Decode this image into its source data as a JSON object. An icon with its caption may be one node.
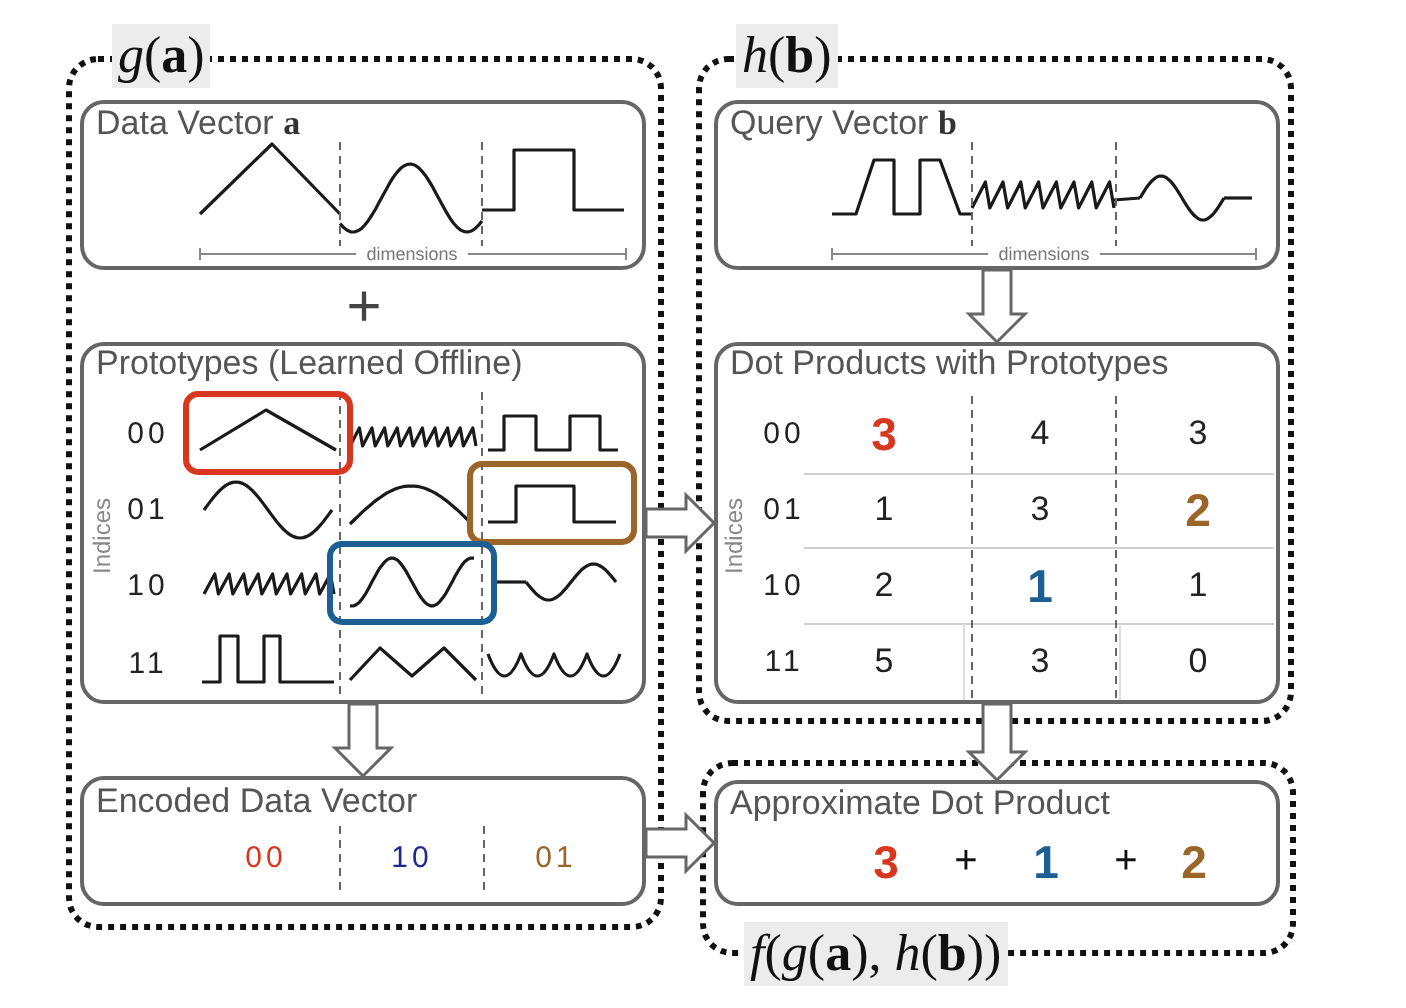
{
  "diagram": {
    "nodes": [
      {
        "text": [
          "*g*(**a**)"
        ]
      },
      {
        "text": [
          "Data Vector **a**",
          "dimensions"
        ],
        "in": 0
      },
      {
        "text": [
          "Prototypes (Learned Offline)",
          "Indices",
          "00",
          "01",
          "10",
          "11"
        ],
        "in": 0
      },
      {
        "text": [
          "Encoded Data Vector",
          "00",
          "10",
          "01"
        ],
        "in": 0
      },
      {
        "text": [
          "*h*(**b**)"
        ]
      },
      {
        "text": [
          "Query Vector **b**",
          "dimensions"
        ],
        "in": 4
      },
      {
        "text": [
          "Dot Products with Prototypes",
          "Indices",
          "00",
          "3",
          "4",
          "3",
          "01",
          "1",
          "3",
          "2",
          "10",
          "2",
          "1",
          "1",
          "11",
          "5",
          "3",
          "0"
        ],
        "in": 4
      },
      {
        "text": [
          "*f*(*g*(**a**), *h*(**b**))"
        ]
      },
      {
        "text": [
          "Approximate Dot Product",
          "3",
          "+",
          "1",
          "+",
          "2"
        ],
        "in": 7
      }
    ],
    "edges": [
      {
        "from": 2,
        "to": 3,
        "arrow": "to"
      },
      {
        "from": 2,
        "to": 6,
        "arrow": "to"
      },
      {
        "from": 5,
        "to": 6,
        "arrow": "to"
      },
      {
        "from": 6,
        "to": 8,
        "arrow": "to"
      },
      {
        "from": 3,
        "to": 8,
        "arrow": "to"
      }
    ],
    "labels": [
      "+"
    ]
  }
}
